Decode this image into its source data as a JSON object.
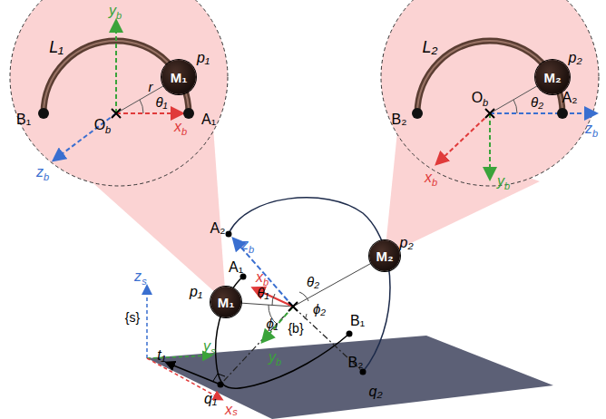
{
  "diagram": {
    "nodes": [
      {
        "text": [
          "M₁"
        ]
      },
      {
        "text": [
          "M₂"
        ]
      },
      {
        "text": [
          "M₁"
        ]
      },
      {
        "text": [
          "M₂"
        ]
      }
    ],
    "labels": [
      "L₁",
      "y",
      "b",
      "p₁",
      "r",
      "θ₁",
      "A₁",
      "x",
      "b",
      "O",
      "b",
      "B₁",
      "z",
      "b",
      "L₂",
      "p₂",
      "θ₂",
      "B₂",
      "O",
      "b",
      "A₂",
      "z",
      "b",
      "x",
      "b",
      "y",
      "b",
      "A₂",
      "z",
      "b",
      "A₁",
      "x",
      "b",
      "θ₂",
      "θ₁",
      "ϕ₁",
      "ϕ₂",
      "p₁",
      "p₂",
      "B₁",
      "{b}",
      "y",
      "b",
      "{s}",
      "z",
      "s",
      "y",
      "s",
      "t₁",
      "B₂",
      "q₁",
      "q₂",
      "x",
      "s"
    ]
  }
}
